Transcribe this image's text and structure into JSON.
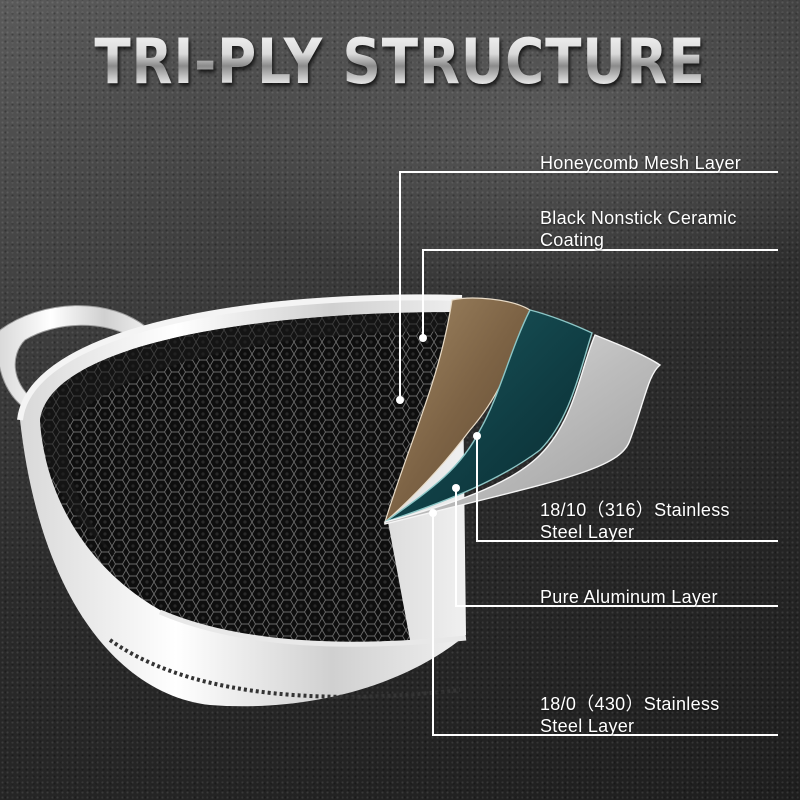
{
  "title": "TRI-PLY STRUCTURE",
  "colors": {
    "background": "#2c2c2c",
    "text": "#ffffff",
    "callout_line": "#ffffff",
    "bronze_layer": "#8a6e4c",
    "teal_layer": "#0f3f45",
    "steel_layer": "#c8c8c8",
    "mesh_surface": "#141414"
  },
  "callouts": [
    {
      "id": "honeycomb",
      "line1": "Honeycomb Mesh Layer",
      "line2": ""
    },
    {
      "id": "ceramic",
      "line1": "Black Nonstick Ceramic",
      "line2": "Coating"
    },
    {
      "id": "steel-316",
      "line1": "18/10（316）Stainless",
      "line2": "Steel Layer"
    },
    {
      "id": "aluminum",
      "line1": "Pure Aluminum Layer",
      "line2": ""
    },
    {
      "id": "steel-430",
      "line1": "18/0（430）Stainless",
      "line2": "Steel Layer"
    }
  ]
}
